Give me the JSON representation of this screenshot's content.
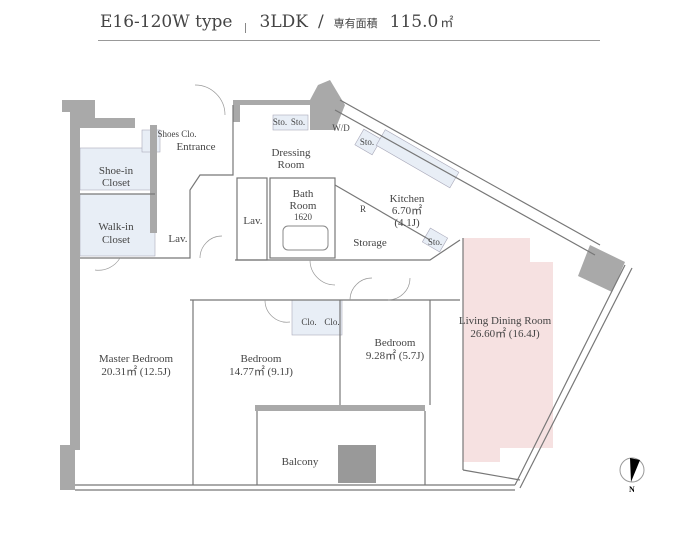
{
  "header": {
    "type": "E16-120W type",
    "layout": "3LDK",
    "separator": "/",
    "area_label": "専有面積",
    "area_value": "115.0",
    "area_unit": "㎡"
  },
  "rooms": {
    "shoes_closet": "Shoes Clo.",
    "entrance": "Entrance",
    "shoe_in_closet": [
      "Shoe-in",
      "Closet"
    ],
    "walk_in_closet": [
      "Walk-in",
      "Closet"
    ],
    "lav1": "Lav.",
    "lav2": "Lav.",
    "dressing_room": [
      "Dressing",
      "Room"
    ],
    "sto1": "Sto.",
    "sto2": "Sto.",
    "sto3": "Sto.",
    "sto4": "Sto.",
    "wd": "W/D",
    "bath": [
      "Bath",
      "Room",
      "1620"
    ],
    "kitchen": [
      "Kitchen",
      "6.70㎡",
      "(4.1J)"
    ],
    "fridge": "R",
    "storage": "Storage",
    "clo1": "Clo.",
    "clo2": "Clo.",
    "ldr": [
      "Living Dining Room",
      "26.60㎡ (16.4J)"
    ],
    "master": [
      "Master Bedroom",
      "20.31㎡ (12.5J)"
    ],
    "bed2": [
      "Bedroom",
      "14.77㎡ (9.1J)"
    ],
    "bed3": [
      "Bedroom",
      "9.28㎡ (5.7J)"
    ],
    "balcony": "Balcony"
  },
  "compass": {
    "label": "N"
  },
  "colors": {
    "wall": "#a9a9a9",
    "closet": "#e8eef6",
    "ldr": "#f6e1e1",
    "line": "#777777"
  }
}
